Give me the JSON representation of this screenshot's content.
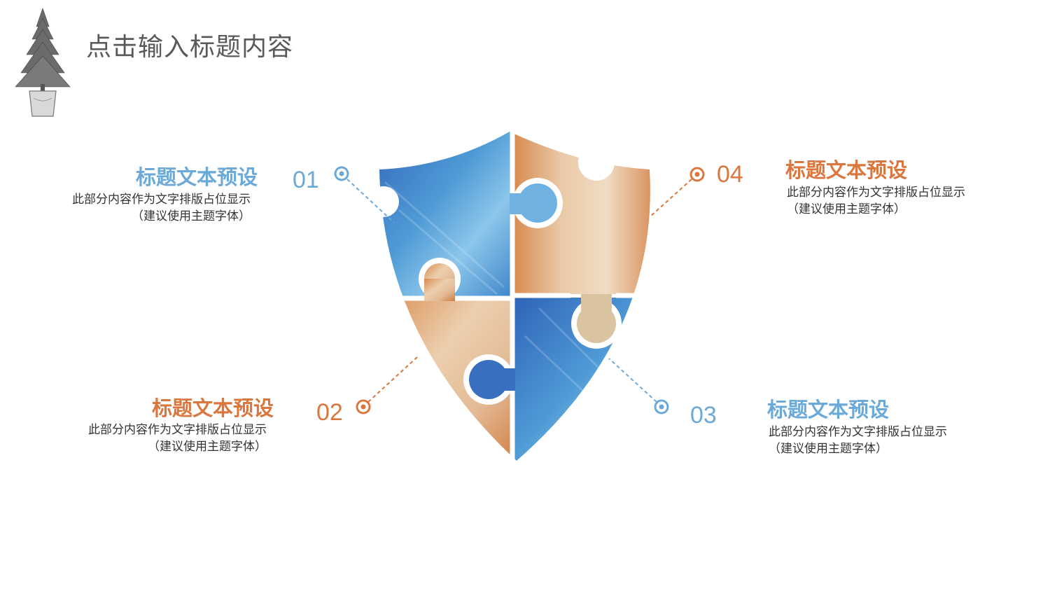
{
  "title": "点击输入标题内容",
  "colors": {
    "blue": "#6aa9d8",
    "orange": "#d9773e",
    "title": "#595959"
  },
  "items": [
    {
      "num": "01",
      "heading": "标题文本预设",
      "line1": "此部分内容作为文字排版占位显示",
      "line2": "（建议使用主题字体）",
      "color": "blue"
    },
    {
      "num": "02",
      "heading": "标题文本预设",
      "line1": "此部分内容作为文字排版占位显示",
      "line2": "（建议使用主题字体）",
      "color": "orange"
    },
    {
      "num": "03",
      "heading": "标题文本预设",
      "line1": "此部分内容作为文字排版占位显示",
      "line2": "（建议使用主题字体）",
      "color": "blue"
    },
    {
      "num": "04",
      "heading": "标题文本预设",
      "line1": "此部分内容作为文字排版占位显示",
      "line2": "（建议使用主题字体）",
      "color": "orange"
    }
  ]
}
